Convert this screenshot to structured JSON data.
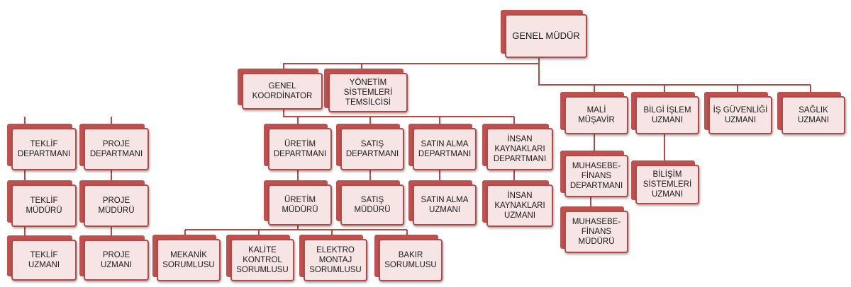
{
  "nodes": {
    "gm": "GENEL MÜDÜR",
    "gk": "GENEL\nKOORDİNATOR",
    "yst": "YÖNETİM\nSİSTEMLERİ\nTEMSİLCİSİ",
    "mali": "MALİ\nMÜŞAVİR",
    "bilgi": "BİLGİ İŞLEM\nUZMANI",
    "isg": "İŞ GÜVENLİĞİ\nUZMANI",
    "saglik": "SAĞLIK\nUZMANI",
    "muh_dep": "MUHASEBE-\nFİNANS\nDEPARTMANI",
    "muh_mud": "MUHASEBE-\nFİNANS\nMÜDÜRÜ",
    "bilisim": "BİLİŞİM\nSİSTEMLERİ\nUZMANI",
    "teklif_dep": "TEKLİF\nDEPARTMANI",
    "teklif_mud": "TEKLİF\nMÜDÜRÜ",
    "teklif_uz": "TEKLİF\nUZMANI",
    "proje_dep": "PROJE\nDEPARTMANI",
    "proje_mud": "PROJE\nMÜDÜRÜ",
    "proje_uz": "PROJE\nUZMANI",
    "uretim_dep": "ÜRETİM\nDEPARTMANI",
    "uretim_mud": "ÜRETİM\nMÜDÜRÜ",
    "satis_dep": "SATIŞ\nDEPARTMANI",
    "satis_mud": "SATIŞ\nMÜDÜRÜ",
    "satinalma_dep": "SATIN ALMA\nDEPARTMANI",
    "satinalma_uz": "SATIN ALMA\nUZMANI",
    "ik_dep": "İNSAN\nKAYNAKLARI\nDEPARTMANI",
    "ik_uz": "İNSAN\nKAYNAKLARI\nUZMANI",
    "mekanik": "MEKANİK\nSORUMLUSU",
    "kalite": "KALİTE\nKONTROL\nSORUMLUSU",
    "elektro": "ELEKTRO\nMONTAJ\nSORUMLUSU",
    "bakir": "BAKIR\nSORUMLUSU"
  },
  "colors": {
    "accent": "#c0504d",
    "box_fill": "#f7e4e4",
    "border": "#b24a47",
    "connector": "#b24a47"
  }
}
